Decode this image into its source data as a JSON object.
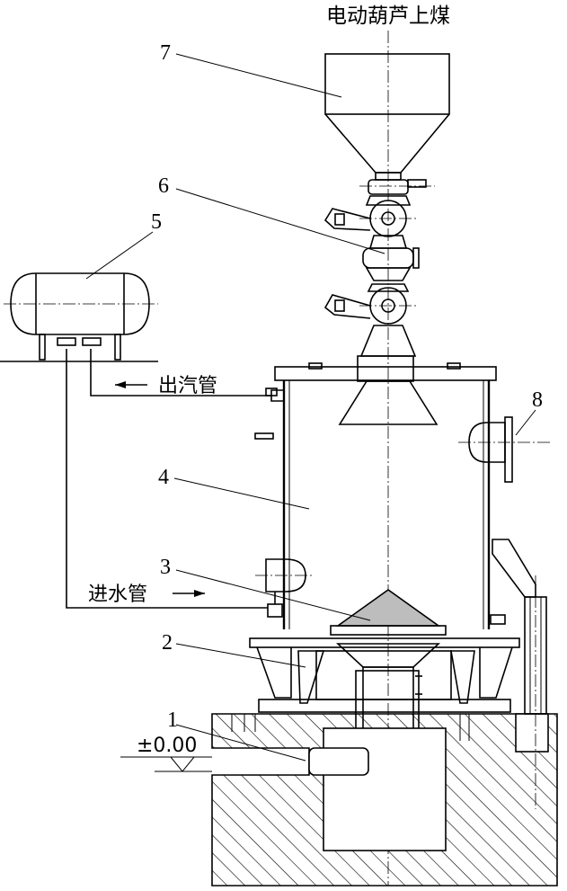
{
  "title": "电动葫芦上煤",
  "labels": {
    "outlet_pipe": "出汽管",
    "inlet_pipe": "进水管",
    "elevation": "±0.00"
  },
  "callouts": [
    "1",
    "2",
    "3",
    "4",
    "5",
    "6",
    "7",
    "8"
  ]
}
